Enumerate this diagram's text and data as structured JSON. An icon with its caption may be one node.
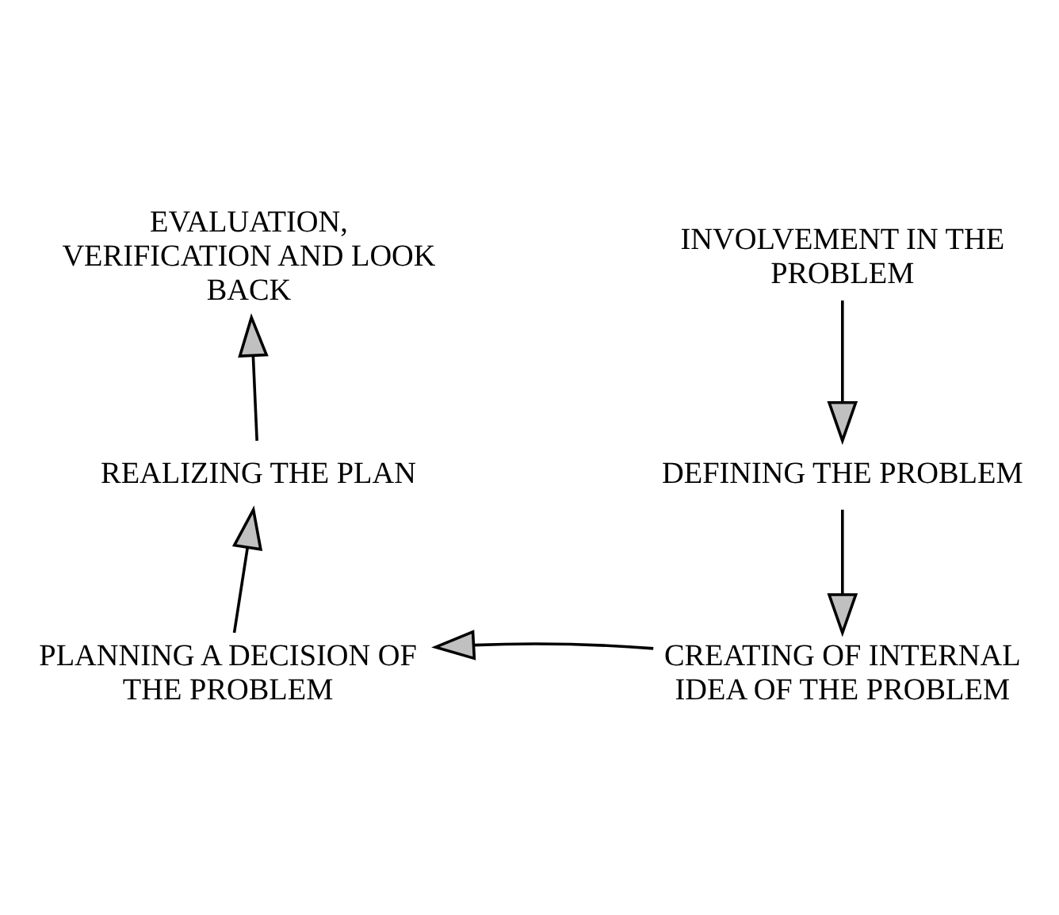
{
  "diagram": {
    "nodes": [
      {
        "text": [
          "EVALUATION, VERIFICATION AND LOOK BACK"
        ]
      },
      {
        "text": [
          "INVOLVEMENT IN THE PROBLEM"
        ]
      },
      {
        "text": [
          "REALIZING THE PLAN"
        ]
      },
      {
        "text": [
          "DEFINING THE PROBLEM"
        ]
      },
      {
        "text": [
          "PLANNING A DECISION OF THE PROBLEM"
        ]
      },
      {
        "text": [
          "CREATING OF INTERNAL IDEA OF THE PROBLEM"
        ]
      }
    ],
    "edges": [
      {
        "from": 1,
        "to": 3,
        "arrow": "to"
      },
      {
        "from": 3,
        "to": 5,
        "arrow": "to"
      },
      {
        "from": 5,
        "to": 4,
        "arrow": "to"
      },
      {
        "from": 4,
        "to": 2,
        "arrow": "to"
      },
      {
        "from": 2,
        "to": 0,
        "arrow": "to"
      }
    ]
  }
}
